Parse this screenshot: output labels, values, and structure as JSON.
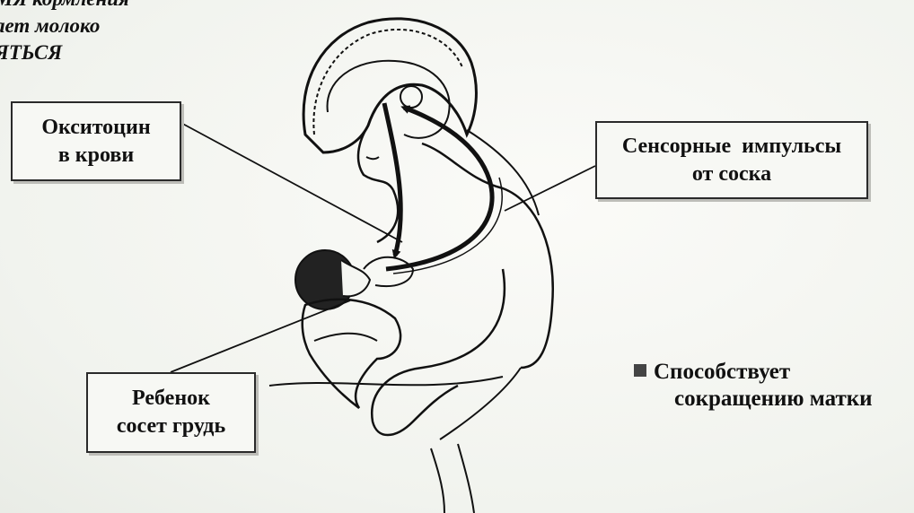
{
  "title_lines": [
    "МЯ кормления",
    "ает молоко",
    "ЯТЬСЯ"
  ],
  "boxes": {
    "oxytocin": [
      "Окситоцин",
      "в крови"
    ],
    "sensory": [
      "Сенсорные  импульсы",
      "от соска"
    ],
    "baby": [
      "Ребенок",
      "сосет грудь"
    ]
  },
  "effect": {
    "line1": "Способствует",
    "line2": "сокращению матки"
  },
  "colors": {
    "ink": "#111111",
    "paper": "#f5f6f2",
    "box_border": "#2a2a2a",
    "bullet": "#444444"
  },
  "icons": [
    "square-bullet-icon",
    "arrow-icon"
  ]
}
